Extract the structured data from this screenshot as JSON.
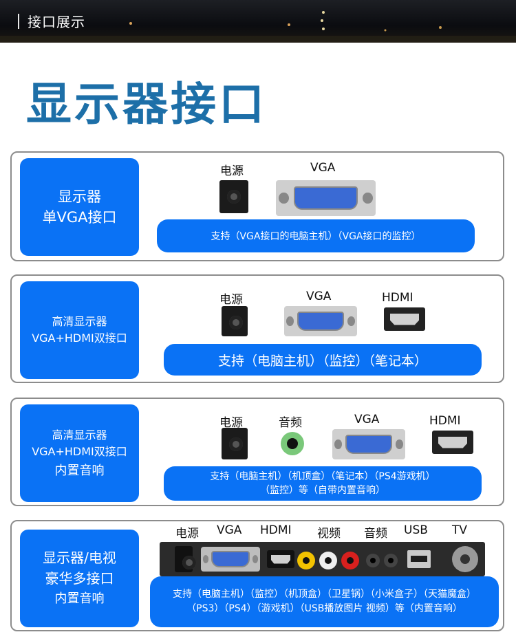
{
  "header": {
    "title": "接口展示"
  },
  "heading": "显示器接口",
  "panels": [
    {
      "label_lines": [
        "显示器",
        "单VGA接口"
      ],
      "ports": [
        "电源",
        "VGA"
      ],
      "support_lines": [
        "支持（VGA接口的电脑主机）（VGA接口的监控）"
      ]
    },
    {
      "label_lines": [
        "高清显示器",
        "VGA+HDMI双接口"
      ],
      "ports": [
        "电源",
        "VGA",
        "HDMI"
      ],
      "support_lines": [
        "支持（电脑主机）（监控）（笔记本）"
      ]
    },
    {
      "label_lines": [
        "高清显示器",
        "VGA+HDMI双接口",
        "内置音响"
      ],
      "ports": [
        "电源",
        "音频",
        "VGA",
        "HDMI"
      ],
      "support_lines": [
        "支持（电脑主机）（机顶盒）（笔记本）（PS4游戏机）",
        "（监控）等（自带内置音响）"
      ]
    },
    {
      "label_lines": [
        "显示器/电视",
        "豪华多接口",
        "内置音响"
      ],
      "ports": [
        "电源",
        "VGA",
        "HDMI",
        "视频",
        "音频",
        "USB",
        "TV"
      ],
      "support_lines": [
        "支持（电脑主机）（监控）（机顶盒）（卫星锅）（小米盒子）（天猫魔盒）",
        "（PS3）（PS4）（游戏机）（USB播放图片 视频）等（内置音响）"
      ]
    }
  ],
  "colors": {
    "accent_blue": "#0a72f5",
    "heading_blue": "#1d6fa8",
    "rca_yellow": "#f2c200",
    "rca_white": "#eeeeee",
    "rca_red": "#d8201e",
    "audio_green": "#7ac87a"
  }
}
